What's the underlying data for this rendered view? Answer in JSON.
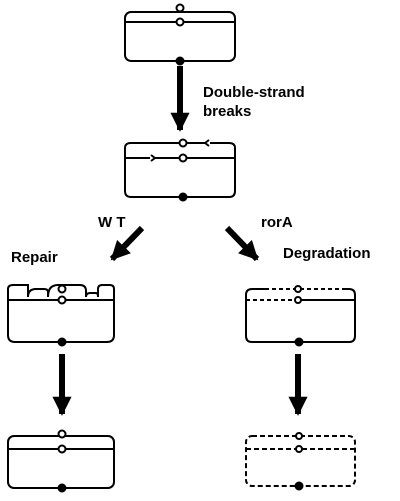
{
  "labels": {
    "step1_line1": "Double-strand",
    "step1_line2": "breaks",
    "wt": "W T",
    "repair": "Repair",
    "rora": "rorA",
    "degradation": "Degradation"
  },
  "colors": {
    "ink": "#000000",
    "background": "#ffffff"
  }
}
